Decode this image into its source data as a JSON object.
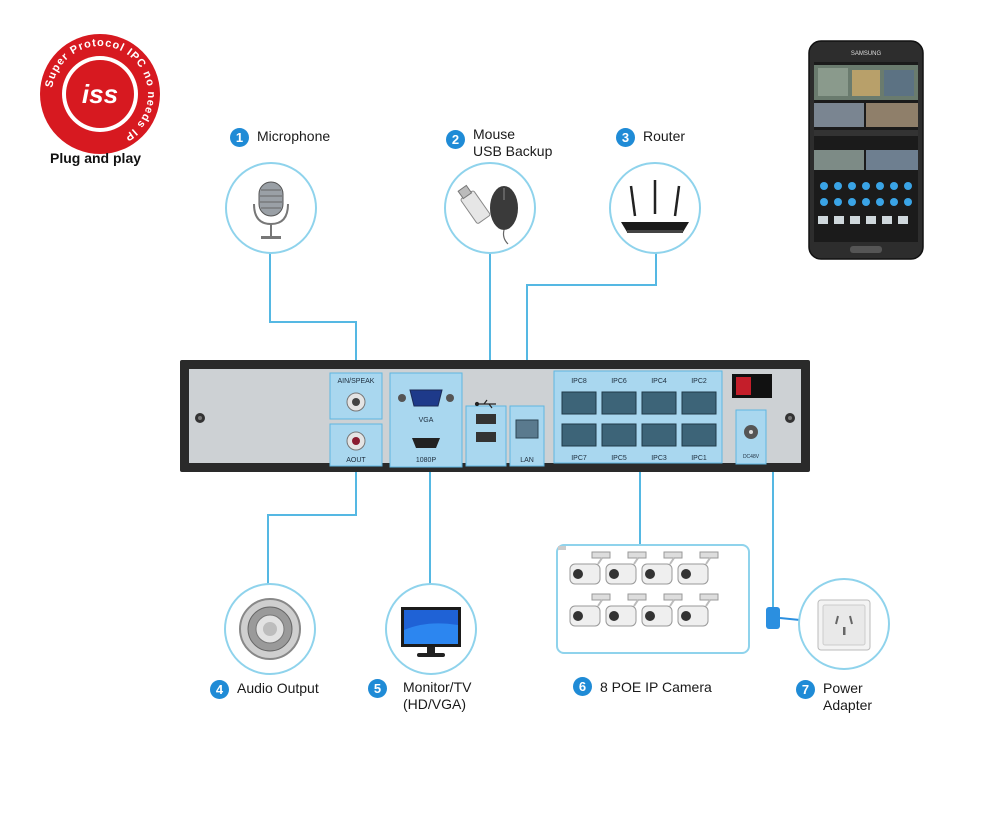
{
  "logo": {
    "ring_text": "Super Protocol IPC no needs IP",
    "brand": "iss",
    "tagline": "Plug and play",
    "color": "#d71920"
  },
  "phone": {
    "brand": "SAMSUNG"
  },
  "callouts": [
    {
      "num": "1",
      "lines": [
        "Microphone"
      ]
    },
    {
      "num": "2",
      "lines": [
        "Mouse",
        "USB Backup"
      ]
    },
    {
      "num": "3",
      "lines": [
        "Router"
      ]
    },
    {
      "num": "4",
      "lines": [
        "Audio Output"
      ]
    },
    {
      "num": "5",
      "lines": [
        "Monitor/TV",
        "(HD/VGA)"
      ]
    },
    {
      "num": "6",
      "lines": [
        "8 POE IP Camera"
      ]
    },
    {
      "num": "7",
      "lines": [
        "Power",
        "Adapter"
      ]
    }
  ],
  "nvr_panel": {
    "ain": "AIN/SPEAK",
    "aout": "AOUT",
    "vga": "VGA",
    "hdmi": "1080P",
    "lan": "LAN",
    "ports_top": [
      "IPC8",
      "IPC6",
      "IPC4",
      "IPC2"
    ],
    "ports_bottom": [
      "IPC7",
      "IPC5",
      "IPC3",
      "IPC1"
    ],
    "dc": "DC48V"
  },
  "colors": {
    "accent": "#1f8bd6",
    "line": "#55b8e3",
    "panel_highlight": "#a9d7ef",
    "chassis": "#2a2a2a"
  }
}
